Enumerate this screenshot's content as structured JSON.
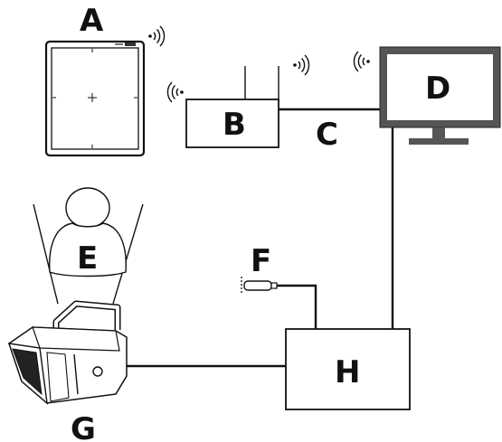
{
  "labels": {
    "a": "A",
    "b": "B",
    "c": "C",
    "d": "D",
    "e": "E",
    "f": "F",
    "g": "G",
    "h": "H"
  },
  "icons": [
    "wifi-icon",
    "crosshair-icon"
  ],
  "colors": {
    "line": "#111111",
    "background": "#ffffff",
    "monitor_frame": "#555555"
  }
}
